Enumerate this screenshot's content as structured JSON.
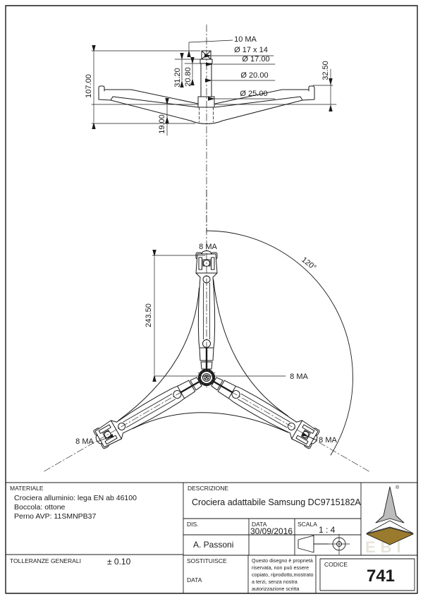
{
  "sheet": {
    "side_view": {
      "thread_label": "10 MA",
      "dia_17x14": "Ø 17 x 14",
      "dia_17": "Ø 17.00",
      "dia_20": "Ø 20.00",
      "dia_25": "Ø 25.00",
      "height_total": "107.00",
      "len_31_20": "31.20",
      "len_20_80": "20.80",
      "len_19": "19.00",
      "len_32_50": "32.50"
    },
    "front_view": {
      "arm_thread": "8 MA",
      "radius": "243.50",
      "angle": "120°"
    },
    "title_block": {
      "materiale_header": "MATERIALE",
      "materiale_lines": [
        "Crociera alluminio: lega EN ab 46100",
        "Boccola: ottone",
        "Perno AVP: 11SMNPB37"
      ],
      "tolleranze_header": "TOLLERANZE GENERALI",
      "tolleranze_value": "± 0.10",
      "descrizione_header": "DESCRIZIONE",
      "descrizione_value": "Crociera adattabile Samsung DC9715182A",
      "dis_header": "DIS.",
      "dis_value": "A. Passoni",
      "data_header": "DATA",
      "data_value": "30/09/2016",
      "scala_header": "SCALA",
      "scala_value": "1 : 4",
      "sostituisce_header": "SOSTITUISCE",
      "data2_header": "DATA",
      "note_lines": [
        "Questo disegno è proprietà",
        "riservata, non può essere",
        "copiato, riprodotto,mostrato",
        "a terzi, senza nostra",
        "autorizzazione scritta"
      ],
      "codice_header": "CODICE",
      "codice_value": "741",
      "logo_text": "EBI",
      "registered_mark": "®"
    },
    "colors": {
      "line": "#1a1a1a",
      "logo_silver": "#bcbcbc",
      "logo_gold": "#9a7a2c"
    }
  }
}
